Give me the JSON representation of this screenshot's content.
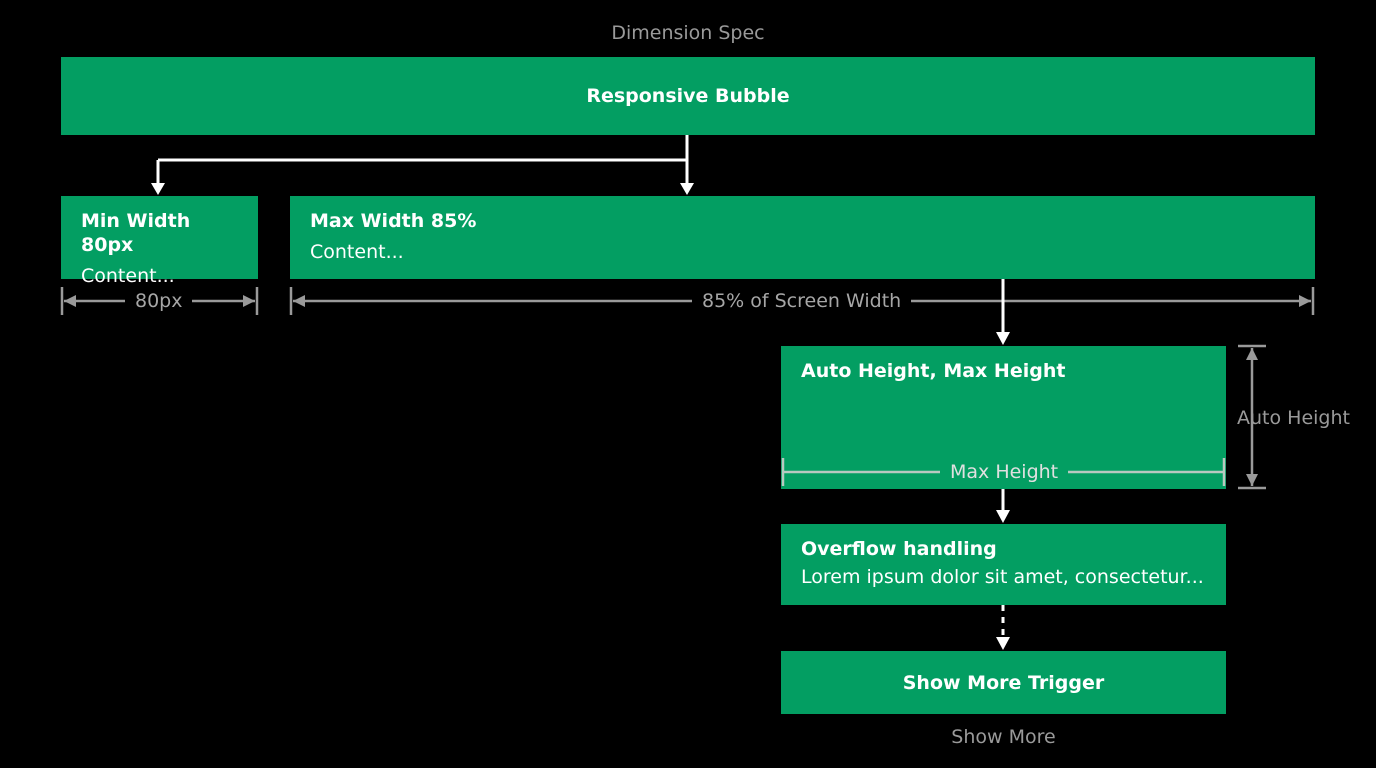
{
  "page_title": "Dimension Spec",
  "nodes": {
    "responsive_bubble": {
      "title": "Responsive Bubble"
    },
    "min_width": {
      "title": "Min Width 80px",
      "content": "Content..."
    },
    "max_width": {
      "title": "Max Width 85%",
      "content": "Content..."
    },
    "auto_height": {
      "title": "Auto Height, Max Height"
    },
    "overflow": {
      "title": "Overflow handling",
      "content": "Lorem ipsum dolor sit amet, consectetur..."
    },
    "show_more_trigger": {
      "title": "Show More Trigger"
    }
  },
  "dimensions": {
    "min_width_label": "80px",
    "max_width_label": "85% of Screen Width",
    "max_height_label": "Max Height",
    "auto_height_label": "Auto Height"
  },
  "captions": {
    "show_more": "Show More"
  },
  "colors": {
    "node_fill": "#039e62",
    "background": "#000000",
    "connector": "#ffffff",
    "dimension_line": "#9a9a9a"
  }
}
